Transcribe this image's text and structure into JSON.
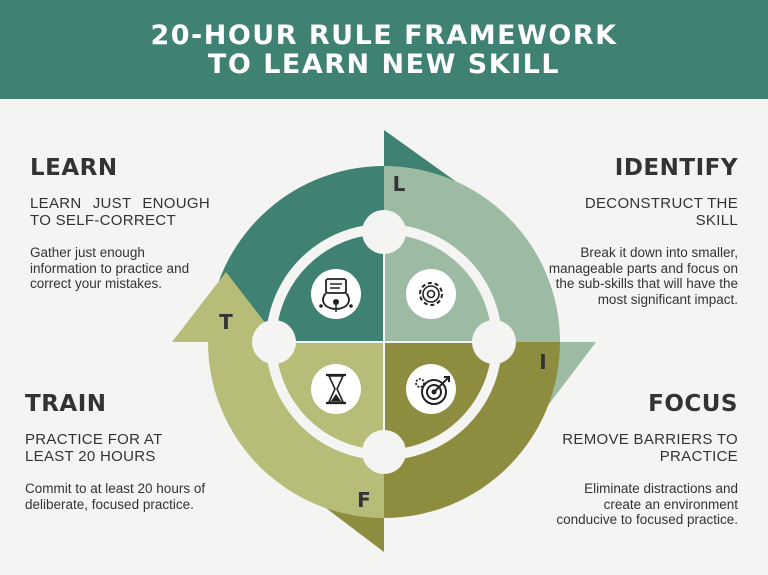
{
  "title": {
    "line1": "20-HOUR RULE FRAMEWORK",
    "line2": "TO LEARN NEW SKILL"
  },
  "steps": {
    "learn": {
      "heading": "LEARN",
      "subtitle_line1": "LEARN JUST ENOUGH",
      "subtitle_line2": "TO SELF-CORRECT",
      "description": "Gather just enough information to practice and correct your mistakes.",
      "letter": "L",
      "icon": "brain-circuit-icon",
      "color": "#3f8172"
    },
    "identify": {
      "heading": "IDENTIFY",
      "subtitle_line1": "DECONSTRUCT THE",
      "subtitle_line2": "SKILL",
      "description": "Break it down into smaller, manageable parts and focus on the sub-skills that will have the most significant impact.",
      "letter": "I",
      "icon": "gear-icon",
      "color": "#9dbba3"
    },
    "focus": {
      "heading": "FOCUS",
      "subtitle_line1": "REMOVE BARRIERS TO",
      "subtitle_line2": "PRACTICE",
      "description": "Eliminate distractions and create an environment conducive to focused practice.",
      "letter": "F",
      "icon": "target-arrow-icon",
      "color": "#8e8c3f"
    },
    "train": {
      "heading": "TRAIN",
      "subtitle_line1": "PRACTICE FOR AT",
      "subtitle_line2": "LEAST 20 HOURS",
      "description": "Commit to at least 20 hours of deliberate, focused practice.",
      "letter": "T",
      "icon": "hourglass-icon",
      "color": "#b7bd79"
    }
  }
}
